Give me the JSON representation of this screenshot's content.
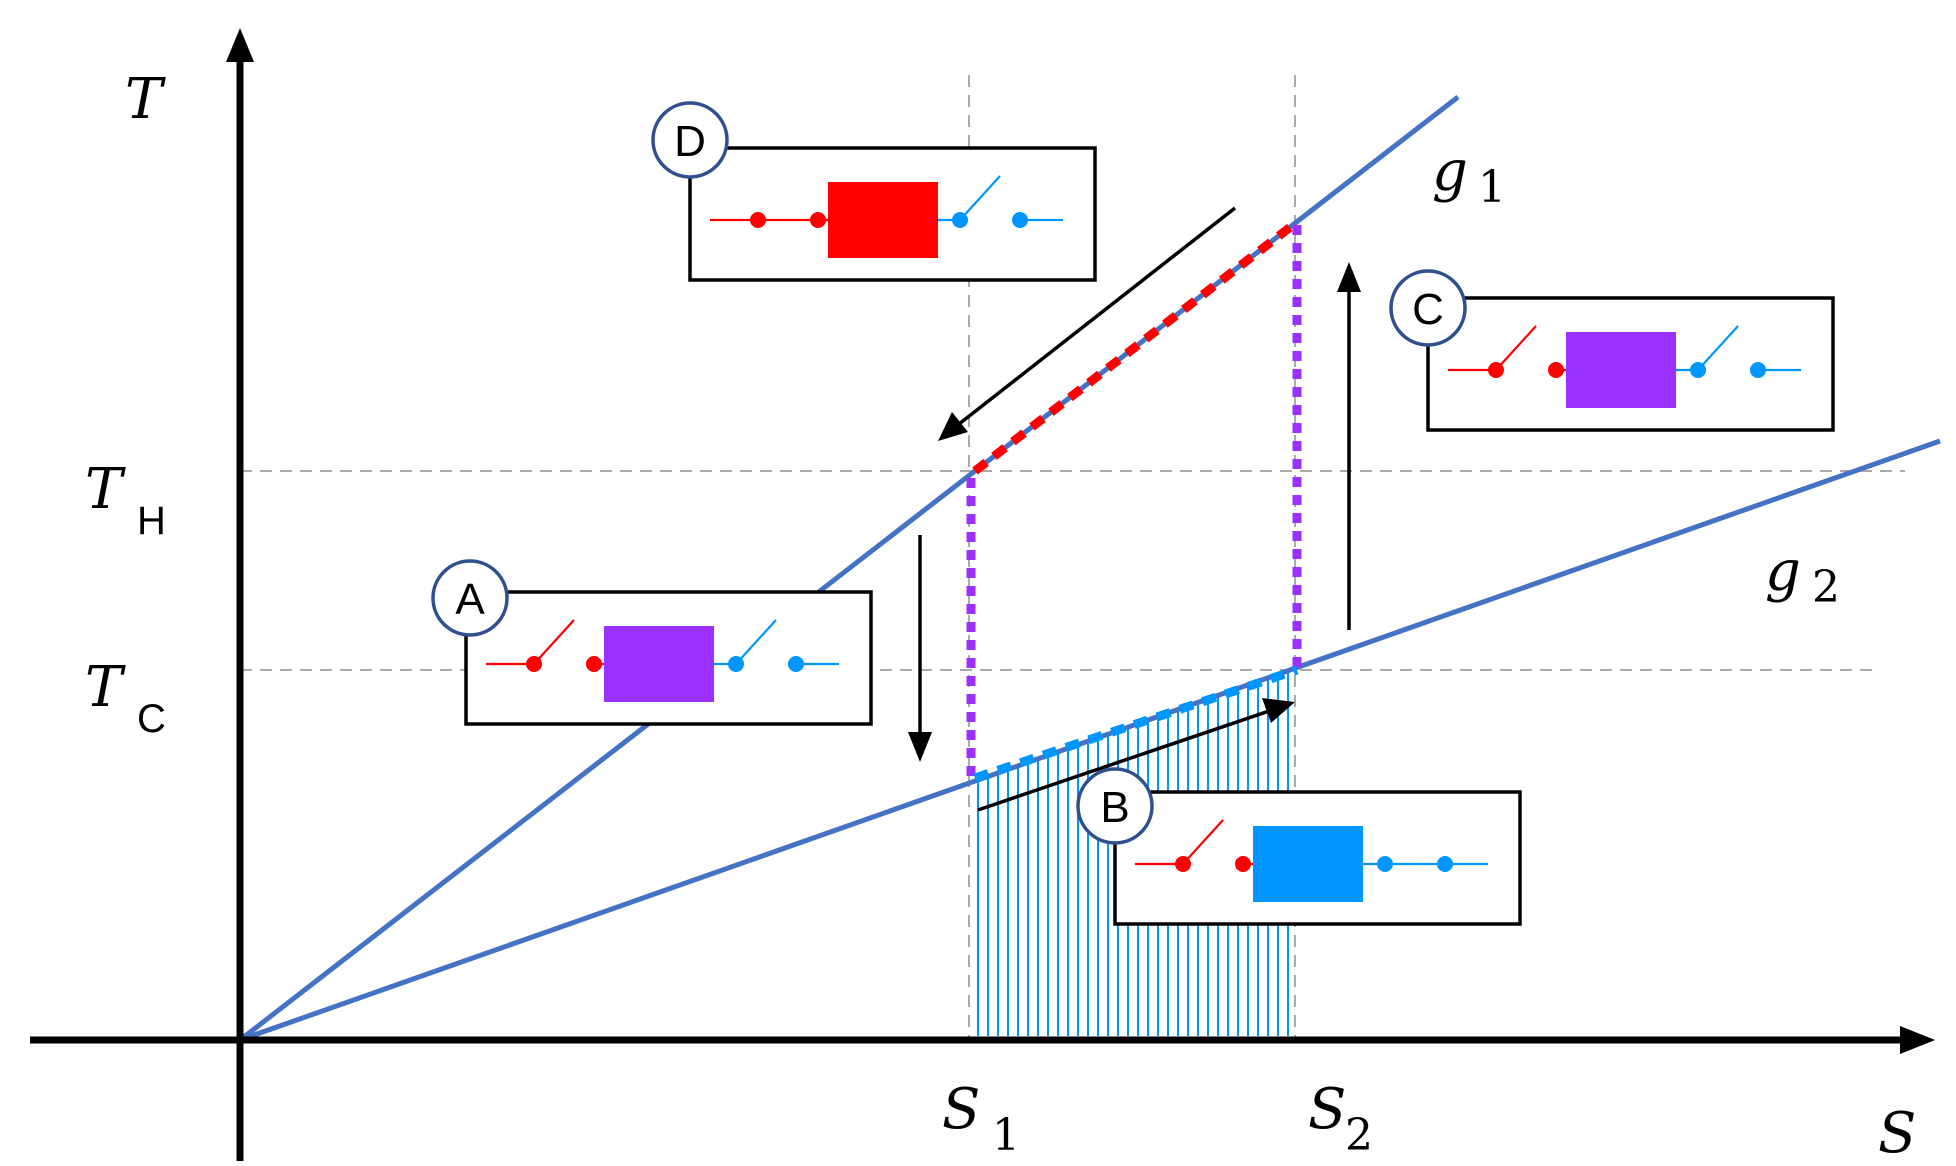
{
  "axes": {
    "y_symbol": "T",
    "x_symbol": "S"
  },
  "temperatures": {
    "hot": {
      "symbol": "T",
      "subscript": "H"
    },
    "cold": {
      "symbol": "T",
      "subscript": "C"
    }
  },
  "entropies": {
    "s1": {
      "symbol": "S",
      "subscript": "1"
    },
    "s2": {
      "symbol": "S",
      "subscript": "2"
    }
  },
  "curves": {
    "g1": {
      "symbol": "g",
      "subscript": "1"
    },
    "g2": {
      "symbol": "g",
      "subscript": "2"
    }
  },
  "stages": {
    "A": {
      "label": "A",
      "block_color": "#9B30FF"
    },
    "B": {
      "label": "B",
      "block_color": "#0096FF"
    },
    "C": {
      "label": "C",
      "block_color": "#9B30FF"
    },
    "D": {
      "label": "D",
      "block_color": "#FF0000"
    }
  },
  "colors": {
    "curve": "#4472C4",
    "hot_reservoir": "#FF0000",
    "cold_reservoir": "#0096FF",
    "adiabatic": "#9B30FF",
    "hatch": "#0096FF"
  }
}
